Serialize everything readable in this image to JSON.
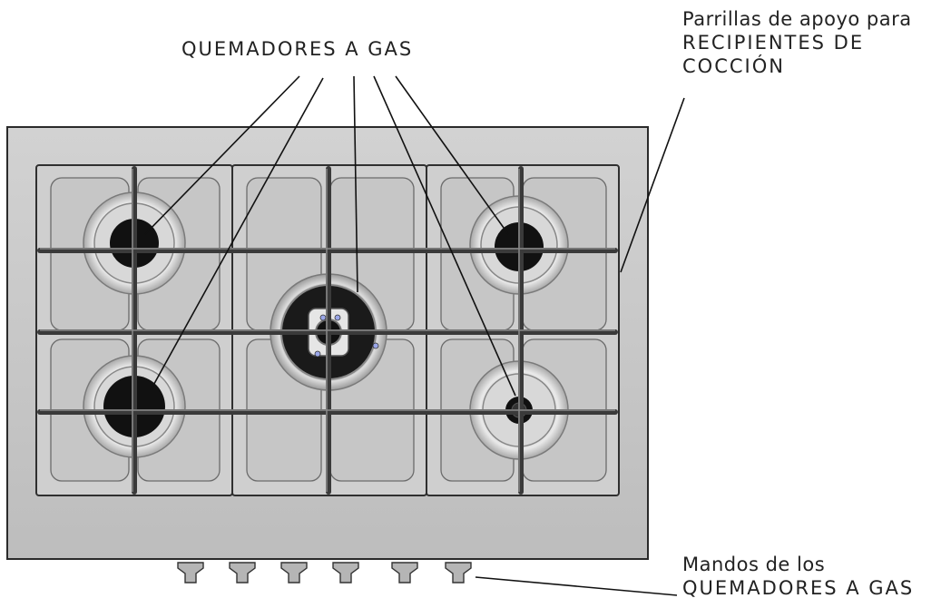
{
  "labels": {
    "burners": "QUEMADORES A GAS",
    "grates": [
      "Parrillas de apoyo para",
      "RECIPIENTES DE",
      "COCCIÓN"
    ],
    "knobs": [
      "Mandos de los",
      "QUEMADORES A GAS"
    ]
  },
  "colors": {
    "body": "#c9c9c9",
    "outline": "#2a2a2a",
    "grate": "#3a3a3a",
    "burner_cap": "#111111",
    "text": "#222222"
  },
  "counts": {
    "side_burners": 4,
    "center_burners": 1,
    "knobs": 6
  }
}
